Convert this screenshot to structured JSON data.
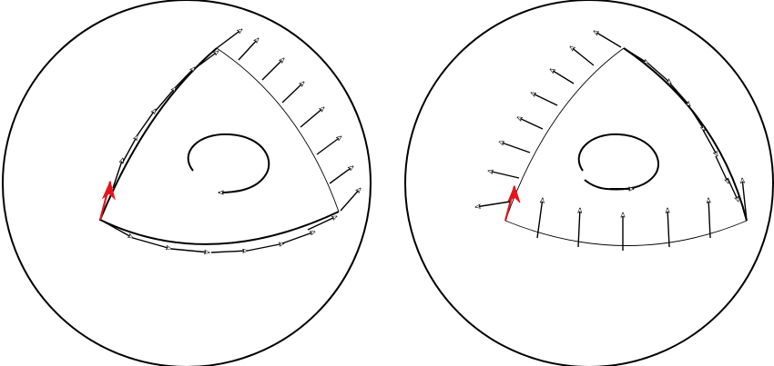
{
  "figure": {
    "panels": [
      {
        "id": "left",
        "path_direction": "counterclockwise",
        "vector_count_black": 23,
        "vector_count_red": 1
      },
      {
        "id": "right",
        "path_direction": "clockwise",
        "vector_count_black": 24,
        "vector_count_red": 1
      }
    ],
    "colors": {
      "stroke": "#000000",
      "background": "#ffffff",
      "highlight": "#e8141b"
    }
  }
}
